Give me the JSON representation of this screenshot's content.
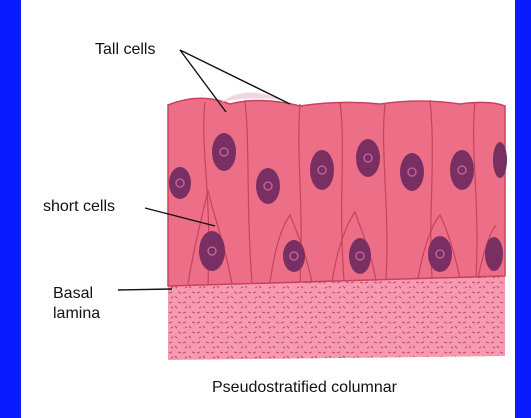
{
  "labels": {
    "tall_cells": "Tall cells",
    "short_cells": "short cells",
    "basal_line1": "Basal",
    "basal_line2": "lamina"
  },
  "caption": "Pseudostratified columnar",
  "colors": {
    "border": "#0a1cff",
    "background": "#ffffff",
    "cytoplasm": "#ec6f87",
    "cell_outline": "#c8425f",
    "nucleus": "#7a2f63",
    "nucleus_ring": "#b04a82",
    "lamina": "#f08aa2",
    "lamina_dots": "#c84767"
  }
}
